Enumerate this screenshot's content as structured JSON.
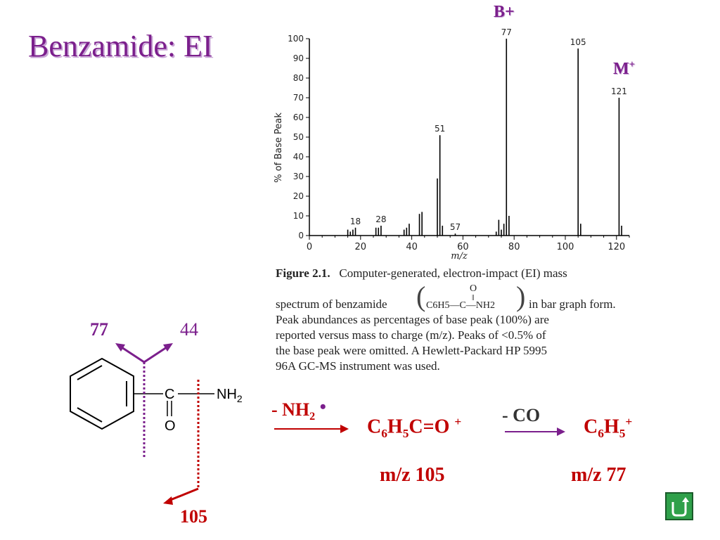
{
  "slide": {
    "title": "Benzamide: EI"
  },
  "chart_data": {
    "type": "bar",
    "xlabel": "m/z",
    "ylabel": "% of Base Peak",
    "xlim": [
      0,
      125
    ],
    "ylim": [
      0,
      100
    ],
    "xticks": [
      0,
      20,
      40,
      60,
      80,
      100,
      120
    ],
    "yticks": [
      0,
      10,
      20,
      30,
      40,
      50,
      60,
      70,
      80,
      90,
      100
    ],
    "peaks": [
      {
        "x": 15,
        "y": 3
      },
      {
        "x": 16,
        "y": 2
      },
      {
        "x": 17,
        "y": 3
      },
      {
        "x": 18,
        "y": 4,
        "label": "18"
      },
      {
        "x": 26,
        "y": 4
      },
      {
        "x": 27,
        "y": 4
      },
      {
        "x": 28,
        "y": 5,
        "label": "28"
      },
      {
        "x": 37,
        "y": 3
      },
      {
        "x": 38,
        "y": 4
      },
      {
        "x": 39,
        "y": 6
      },
      {
        "x": 43,
        "y": 11
      },
      {
        "x": 44,
        "y": 12
      },
      {
        "x": 50,
        "y": 29
      },
      {
        "x": 51,
        "y": 51,
        "label": "51"
      },
      {
        "x": 52,
        "y": 5
      },
      {
        "x": 57,
        "y": 1,
        "label": "57"
      },
      {
        "x": 73,
        "y": 2
      },
      {
        "x": 74,
        "y": 8
      },
      {
        "x": 75,
        "y": 3
      },
      {
        "x": 76,
        "y": 6
      },
      {
        "x": 77,
        "y": 100,
        "label": "77"
      },
      {
        "x": 78,
        "y": 10
      },
      {
        "x": 105,
        "y": 95,
        "label": "105"
      },
      {
        "x": 106,
        "y": 6
      },
      {
        "x": 121,
        "y": 70,
        "label": "121"
      },
      {
        "x": 122,
        "y": 5
      }
    ]
  },
  "annotations": {
    "b_plus": "B+",
    "m_plus": "M",
    "m_plus_sup": "+"
  },
  "caption": {
    "figure": "Figure 2.1.",
    "line1": "Computer-generated, electron-impact (EI) mass",
    "line2_pre": "spectrum of benzamide",
    "inline_formula_top": "O",
    "inline_formula": "C6H5—C—NH2",
    "line2_post": "in bar graph form.",
    "line3": "Peak abundances as percentages of base peak (100%) are",
    "line4": "reported versus mass to charge (m/z). Peaks of <0.5% of",
    "line5": "the base peak were omitted. A Hewlett-Packard HP 5995",
    "line6": "96A GC-MS instrument was used."
  },
  "structure": {
    "fragment_left": "77",
    "fragment_right": "44",
    "fragment_bottom": "105",
    "carbon": "C",
    "oxygen": "O",
    "amine": "NH",
    "amine_sub": "2"
  },
  "scheme": {
    "loss1": "- NH",
    "loss1_sub": "2",
    "loss1_radical": "•",
    "ion1_c": "C",
    "ion1_sub1": "6",
    "ion1_h": "H",
    "ion1_sub2": "5",
    "ion1_tail": "C=O",
    "ion1_charge": "+",
    "loss2": "- CO",
    "ion2_c": "C",
    "ion2_sub1": "6",
    "ion2_h": "H",
    "ion2_sub2": "5",
    "ion2_charge": "+",
    "mz1": "m/z  105",
    "mz2": "m/z  77"
  },
  "colors": {
    "title": "#7b1f8c",
    "accent_red": "#c00000",
    "home_button": "#2fa04a"
  }
}
